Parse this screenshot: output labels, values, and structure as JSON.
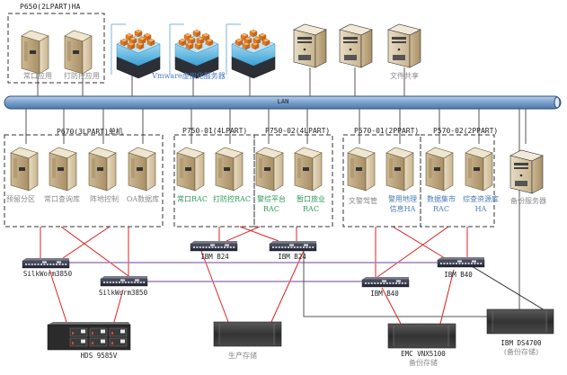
{
  "diagram": {
    "lan_label": "LAN",
    "top_row": {
      "p650": {
        "title": "P650(2LPART)HA",
        "servers": [
          {
            "label": "常口应用"
          },
          {
            "label": "打防控应用"
          }
        ]
      },
      "vmware": {
        "label": "Vmware虚拟化服务器",
        "count": 3
      },
      "pc_servers": [
        {
          "label": ""
        },
        {
          "label": ""
        },
        {
          "label": "文件共享"
        }
      ]
    },
    "middle_row": {
      "groups": [
        {
          "title": "P670(3LPART)单机",
          "servers": [
            {
              "label": "预留分区",
              "color": "grey"
            },
            {
              "label": "常口查询库",
              "color": "grey"
            },
            {
              "label": "阵地控制",
              "color": "grey"
            },
            {
              "label": "OA数据库",
              "color": "grey"
            }
          ]
        },
        {
          "title": "P750-01(4LPART)",
          "servers": [
            {
              "label": "常口RAC",
              "color": "green"
            },
            {
              "label": "打防控RAC",
              "color": "green"
            }
          ]
        },
        {
          "title": "P750-02(4LPART)",
          "servers": [
            {
              "label": "警综平台",
              "label2": "RAC",
              "color": "green"
            },
            {
              "label": "暂口旅业",
              "label2": "RAC",
              "color": "green"
            }
          ]
        },
        {
          "title": "P570-01(2PPART)",
          "servers": [
            {
              "label": "文警驾管",
              "color": "grey"
            },
            {
              "label": "警用地理",
              "label2": "信息HA",
              "color": "blue"
            }
          ]
        },
        {
          "title": "P570-02(2PPART)",
          "servers": [
            {
              "label": "数据集市",
              "label2": "RAC",
              "color": "blue"
            },
            {
              "label": "综查资源库",
              "label2": "HA",
              "color": "blue"
            }
          ]
        }
      ],
      "backup_server": {
        "label": "备份服务器"
      }
    },
    "switches": [
      {
        "id": "sw1",
        "label": "SilkWorm3850"
      },
      {
        "id": "sw2",
        "label": "SilkWorm3850"
      },
      {
        "id": "sw3",
        "label": "IBM B24"
      },
      {
        "id": "sw4",
        "label": "IBM B24"
      },
      {
        "id": "sw5",
        "label": "IBM B40"
      },
      {
        "id": "sw6",
        "label": "IBM B40"
      }
    ],
    "storage": [
      {
        "id": "st1",
        "label": "HDS 9585V",
        "label2": ""
      },
      {
        "id": "st2",
        "label": "生产存储",
        "label2": ""
      },
      {
        "id": "st3",
        "label": "EMC VNX5100",
        "label2": "备份存储"
      },
      {
        "id": "st4",
        "label": "IBM DS4700",
        "label2": "(备份存储)"
      }
    ],
    "colors": {
      "lan_fill": "#7da3cf",
      "fc_link": "#e02020",
      "isl_link": "#a080b8",
      "lan_link": "#555555",
      "group_border": "#333333"
    }
  }
}
